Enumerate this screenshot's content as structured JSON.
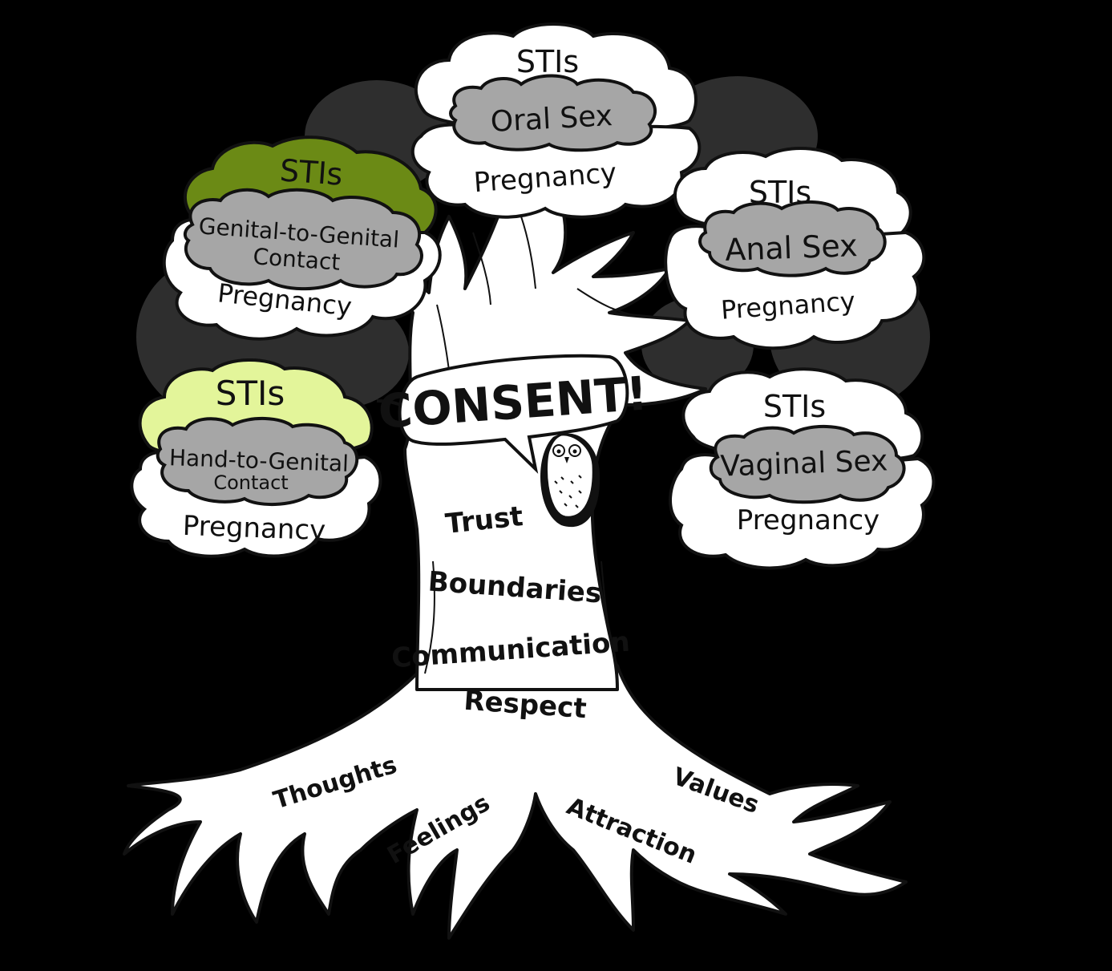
{
  "colors": {
    "background": "#000000",
    "tree": "#ffffff",
    "outline": "#111111",
    "canopy_shadow": "#2e2e2e",
    "inner_cloud": "#a6a6a6",
    "green_dark": "#6b8a15",
    "green_light": "#e3f59a"
  },
  "consent": {
    "label": "CONSENT!"
  },
  "trunk_words": [
    "Trust",
    "Boundaries",
    "Communication",
    "Respect"
  ],
  "root_words": [
    "Thoughts",
    "Feelings",
    "Attraction",
    "Values"
  ],
  "branches": [
    {
      "top": "STIs",
      "act": "Oral Sex",
      "bottom": "Pregnancy",
      "top_color": "white"
    },
    {
      "top": "STIs",
      "act_line1": "Genital-to-Genital",
      "act_line2": "Contact",
      "bottom": "Pregnancy",
      "top_color": "green_dark"
    },
    {
      "top": "STIs",
      "act": "Anal Sex",
      "bottom": "Pregnancy",
      "top_color": "white"
    },
    {
      "top": "STIs",
      "act_line1": "Hand-to-Genital",
      "act_line2": "Contact",
      "bottom": "Pregnancy",
      "top_color": "green_light"
    },
    {
      "top": "STIs",
      "act": "Vaginal Sex",
      "bottom": "Pregnancy",
      "top_color": "white"
    }
  ],
  "owl": {
    "icon": "owl-icon"
  }
}
